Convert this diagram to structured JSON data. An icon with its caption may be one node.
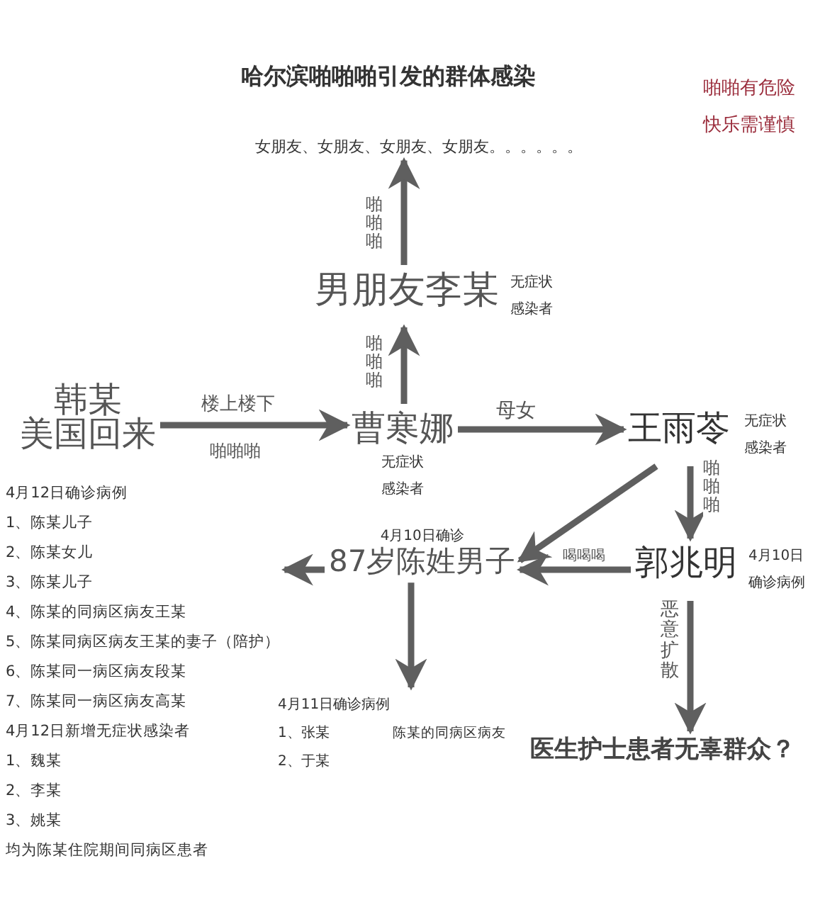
{
  "diagram": {
    "title": "哈尔滨啪啪啪引发的群体感染",
    "nodes": [
      {
        "text": [
          "女朋友、女朋友、女朋友、女朋友。。。。。。"
        ]
      },
      {
        "text": [
          "男朋友李某"
        ],
        "beside": [
          "无症状感染者"
        ]
      },
      {
        "text": [
          "韩某",
          "美国回来"
        ]
      },
      {
        "text": [
          "曹寒娜"
        ],
        "beside": [
          "无症状感染者"
        ]
      },
      {
        "text": [
          "王雨苓"
        ],
        "beside": [
          "无症状感染者"
        ]
      },
      {
        "text": [
          "4月10日确诊",
          "87岁陈姓男子"
        ]
      },
      {
        "text": [
          "郭兆明"
        ],
        "beside": [
          "4月10日确诊病例"
        ]
      },
      {
        "text": [
          "4月12日确诊病例",
          "1、陈某儿子",
          "2、陈某女儿",
          "3、陈某儿子",
          "4、陈某的同病区病友王某",
          "5、陈某同病区病友王某的妻子（陪护）",
          "6、陈某同一病区病友段某",
          "7、陈某同一病区病友高某",
          "4月12日新增无症状感染者",
          "1、魏某",
          "2、李某",
          "3、姚某",
          "均为陈某住院期间同病区患者"
        ]
      },
      {
        "text": [
          "4月11日确诊病例",
          "1、张某",
          "2、于某"
        ],
        "beside": [
          "陈某的同病区病友"
        ]
      },
      {
        "text": [
          "医生护士患者无辜群众？"
        ]
      }
    ],
    "edges": [
      {
        "from": 2,
        "to": 3,
        "arrow": "to",
        "label": "楼上楼下"
      },
      {
        "from": 3,
        "to": 1,
        "arrow": "to",
        "label": "啪啪啪"
      },
      {
        "from": 1,
        "to": 0,
        "arrow": "to",
        "label": "啪啪啪"
      },
      {
        "from": 3,
        "to": 4,
        "arrow": "to",
        "label": "母女"
      },
      {
        "from": 4,
        "to": 5,
        "arrow": "to"
      },
      {
        "from": 4,
        "to": 6,
        "arrow": "to",
        "label": "啪啪啪"
      },
      {
        "from": 6,
        "to": 5,
        "arrow": "to",
        "label": "喝喝喝"
      },
      {
        "from": 5,
        "to": 7,
        "arrow": "to"
      },
      {
        "from": 5,
        "to": 8,
        "arrow": "to"
      },
      {
        "from": 6,
        "to": 9,
        "arrow": "to",
        "label": "恶意扩散"
      }
    ],
    "labels": [
      "啪啪有危险",
      "快乐需谨慎",
      "啪啪啪"
    ]
  }
}
